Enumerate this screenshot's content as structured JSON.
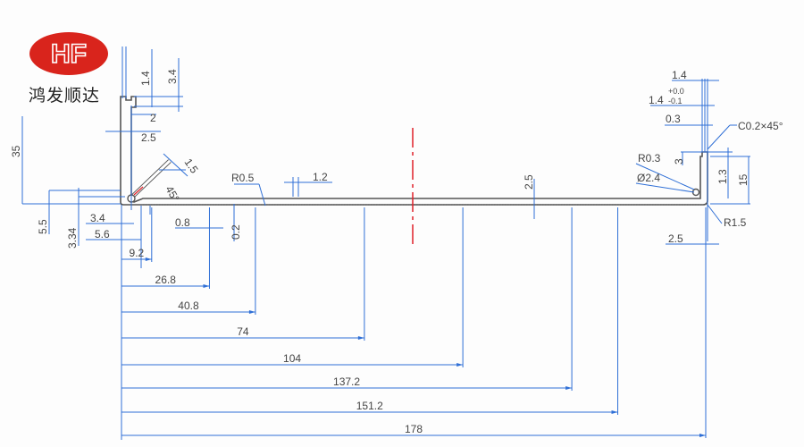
{
  "brand": {
    "logo_text": "HF",
    "name": "鸿发顺达",
    "logo_color": "#d9241c"
  },
  "colors": {
    "dimension": "#2f6fd6",
    "profile": "#555555",
    "centerline": "#e0202a"
  },
  "left_dims": {
    "d1_4": "1.4",
    "d3_4": "3.4",
    "d2": "2",
    "d2_5": "2.5",
    "d1_5": "1.5",
    "angle": "45°",
    "d35": "35",
    "d5_5": "5.5",
    "d3_34": "3.34",
    "d3_4b": "3.4",
    "d5_6": "5.6",
    "d0_8": "0.8",
    "d0_2": "0.2",
    "r0_5": "R0.5",
    "d1_2": "1.2",
    "d2_5mid": "2.5"
  },
  "right_dims": {
    "d1_4": "1.4",
    "d1_4tol": "1.4",
    "tol_plus": "+0.0",
    "tol_minus": "-0.1",
    "d0_3": "0.3",
    "chamfer": "C0.2×45°",
    "r0_3": "R0.3",
    "d3": "3",
    "phi2_4": "Ø2.4",
    "d1_3": "1.3",
    "d15": "15",
    "r1_5": "R1.5",
    "d2_5": "2.5"
  },
  "bottom_dims": [
    {
      "value": 9.2,
      "label": "9.2"
    },
    {
      "value": 26.8,
      "label": "26.8"
    },
    {
      "value": 40.8,
      "label": "40.8"
    },
    {
      "value": 74,
      "label": "74"
    },
    {
      "value": 104,
      "label": "104"
    },
    {
      "value": 137.2,
      "label": "137.2"
    },
    {
      "value": 151.2,
      "label": "151.2"
    },
    {
      "value": 178,
      "label": "178"
    }
  ]
}
